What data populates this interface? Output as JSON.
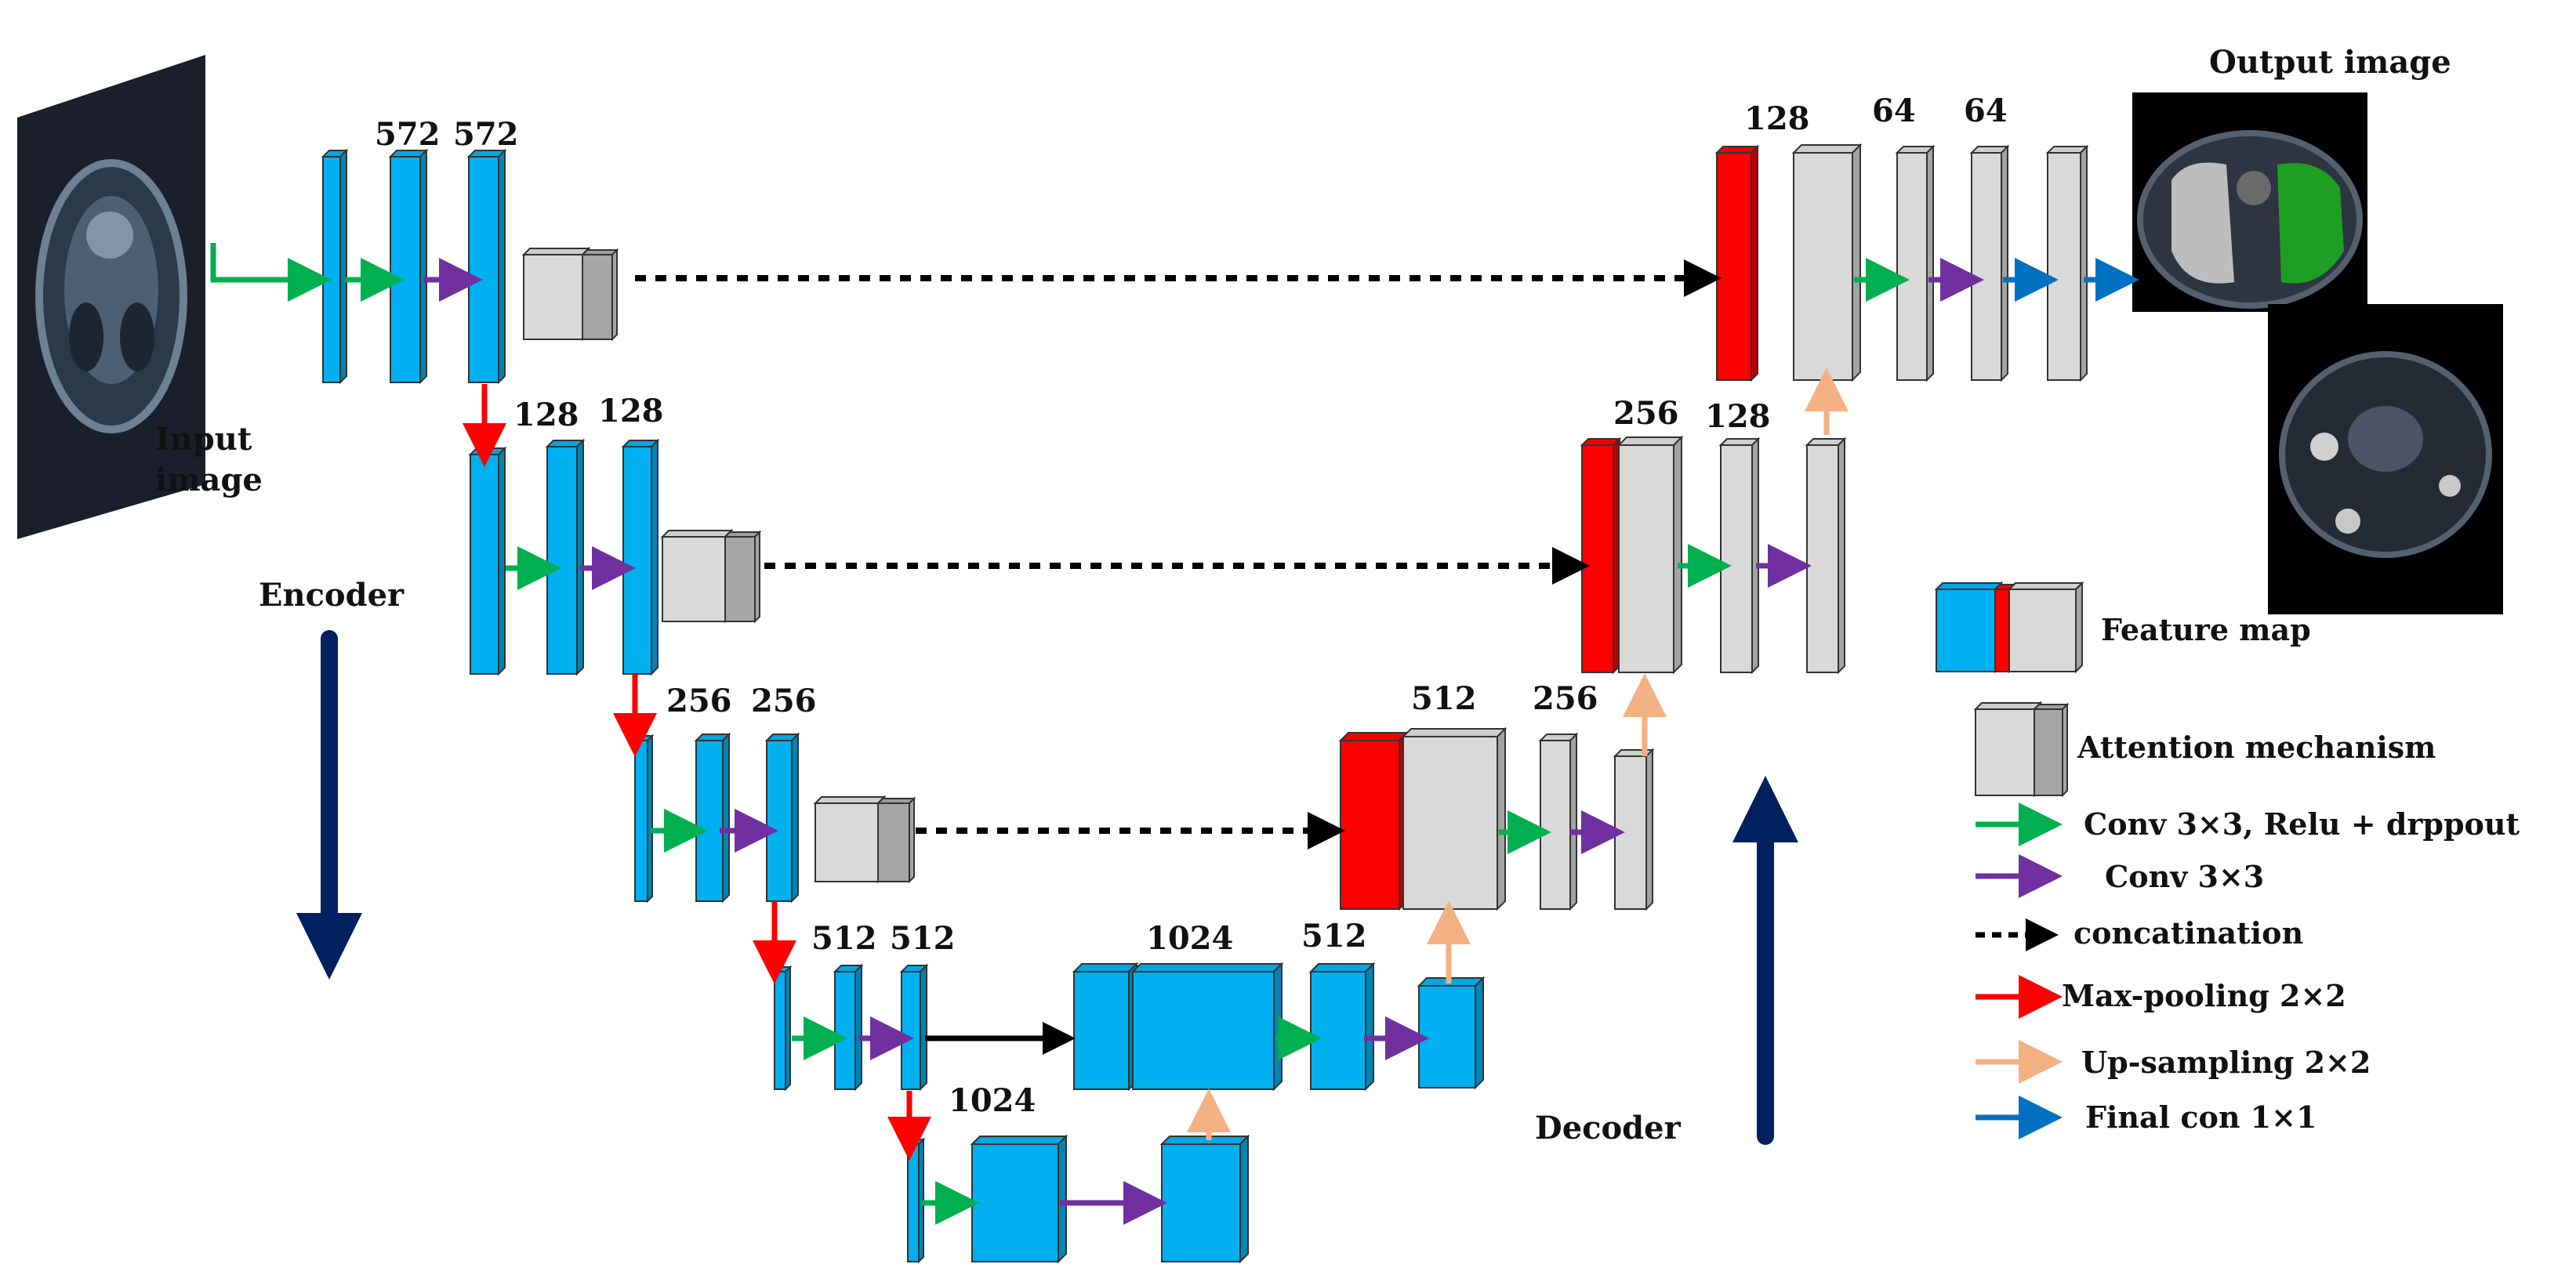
{
  "colors": {
    "encoder_block": "#00b0f0",
    "decoder_block": "#d9d9d9",
    "attention_block": "#d9d9d9",
    "attention_side": "#a6a6a6",
    "concat_block": "#ff0000",
    "conv_relu_arrow": "#00b050",
    "conv_arrow": "#7030a0",
    "concat_arrow": "#000000",
    "maxpool_arrow": "#ff0000",
    "upsample_arrow": "#f4b183",
    "final_conv_arrow": "#0070c0",
    "direction_arrow": "#002060"
  },
  "labels": {
    "input_image": "Input\nimage",
    "output_image": "Output image",
    "encoder": "Encoder",
    "decoder": "Decoder"
  },
  "channels": {
    "enc1_a": "572",
    "enc1_b": "572",
    "enc2_a": "128",
    "enc2_b": "128",
    "enc3_a": "256",
    "enc3_b": "256",
    "enc4_a": "512",
    "enc4_b": "512",
    "bottom": "1024",
    "dec4_concat": "1024",
    "dec4_conv": "512",
    "dec3_concat": "512",
    "dec3_conv": "256",
    "dec2_concat": "256",
    "dec2_conv": "128",
    "dec1_concat": "128",
    "dec1_conv_a": "64",
    "dec1_conv_b": "64"
  },
  "legend": {
    "feature_map": "Feature map",
    "attention": "Attention mechanism",
    "conv_relu": "Conv 3×3, Relu + drppout",
    "conv": "Conv 3×3",
    "concat": "concatination",
    "maxpool": "Max-pooling 2×2",
    "upsample": "Up-sampling 2×2",
    "final_conv": "Final con 1×1"
  }
}
